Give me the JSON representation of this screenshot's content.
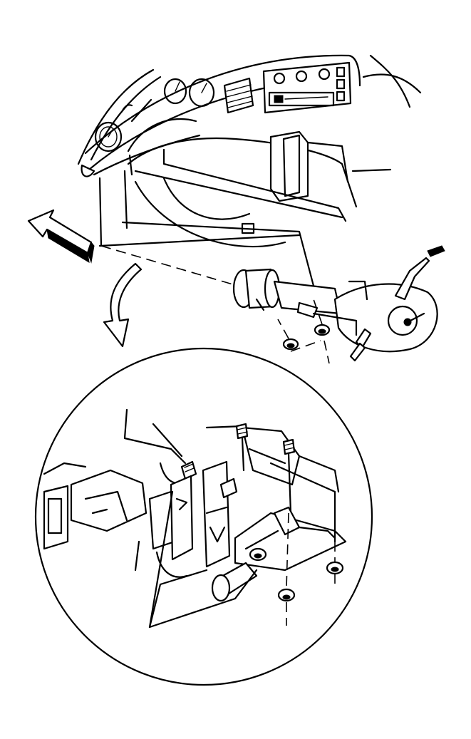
{
  "figure": {
    "subject": "steering-column-removal",
    "stroke_color": "#000000",
    "background_color": "#ffffff",
    "callouts": {
      "arrow_direction": "rearward",
      "detail_view": "column-support-bracket-and-nuts"
    }
  }
}
